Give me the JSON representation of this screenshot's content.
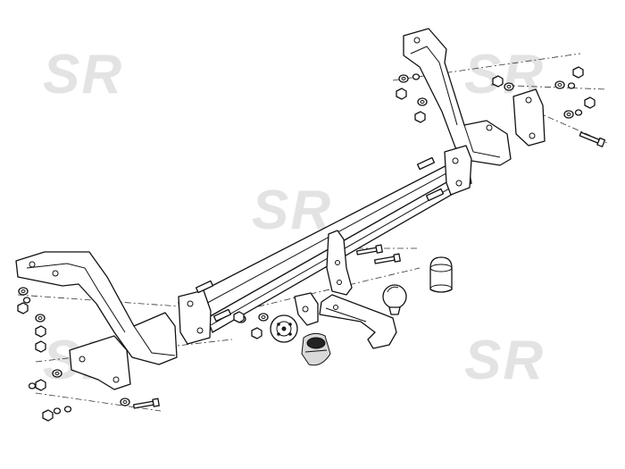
{
  "watermark": {
    "text": "SR",
    "color": "#e3e3e3"
  },
  "line_color": "#111111",
  "background": "#ffffff",
  "parts": [
    "left-side-bracket",
    "right-side-bracket",
    "cross-beam",
    "tow-ball-neck",
    "tow-ball",
    "ball-cover-cap",
    "electric-socket",
    "socket-plate",
    "bolts",
    "nuts",
    "washers"
  ]
}
